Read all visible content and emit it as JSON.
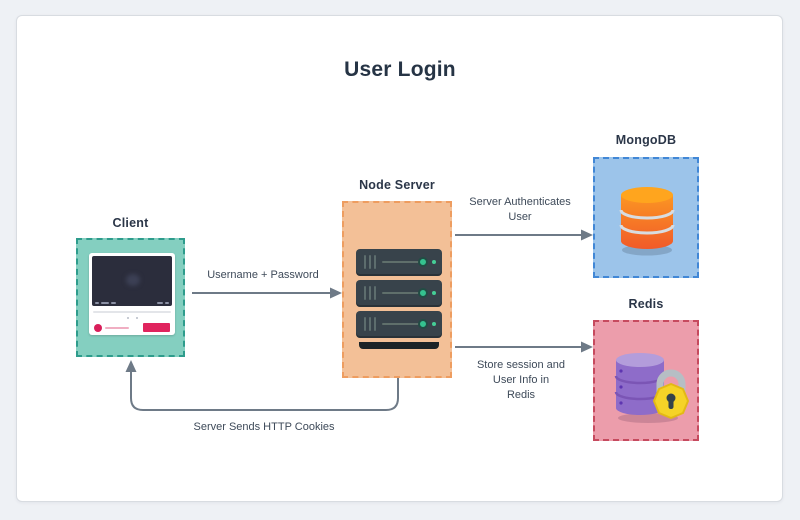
{
  "title": "User Login",
  "nodes": {
    "client": {
      "label": "Client"
    },
    "node_server": {
      "label": "Node Server"
    },
    "mongodb": {
      "label": "MongoDB"
    },
    "redis": {
      "label": "Redis"
    }
  },
  "edges": {
    "client_to_server": {
      "from": "Client",
      "to": "Node Server",
      "label": "Username + Password"
    },
    "server_to_mongodb": {
      "from": "Node Server",
      "to": "MongoDB",
      "lines": [
        "Server Authenticates",
        "User"
      ]
    },
    "server_to_redis": {
      "from": "Node Server",
      "to": "Redis",
      "lines": [
        "Store session and",
        "User Info in",
        "Redis"
      ]
    },
    "server_to_client": {
      "from": "Node Server",
      "to": "Client",
      "label": "Server Sends HTTP Cookies"
    }
  },
  "icons": {
    "client": "browser-video-player",
    "node_server": "server-rack",
    "mongodb": "orange-database-cylinder",
    "redis": "purple-database-with-lock"
  },
  "colors": {
    "page-bg": "#eef1f5",
    "card-bg": "#ffffff",
    "card-border": "#d8dce1",
    "title-color": "#263445",
    "label-color": "#2b3648",
    "edge-color": "#6e7a87",
    "edge-text-color": "#3e4a59",
    "client-fill": "#84cfc0",
    "client-border": "#2e9c8c",
    "server-fill": "#f3c097",
    "server-border": "#ee9d60",
    "mongodb-fill": "#9cc4ea",
    "mongodb-border": "#4187d6",
    "redis-fill": "#ec9dab",
    "redis-border": "#c64a5e",
    "mongo-db-top": "#ffa51e",
    "mongo-db-bottom": "#f15a29",
    "redis-db-body": "#8e6cc9",
    "lock-gold": "#f5d327"
  }
}
